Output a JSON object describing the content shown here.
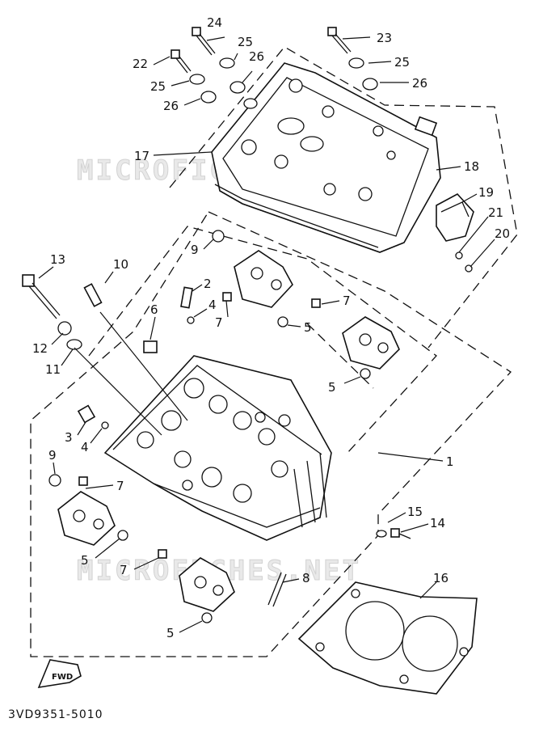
{
  "diagram": {
    "drawing_code": "3VD9351-5010",
    "fwd_label": "FWD",
    "watermarks": [
      "MICROFICHES.NET",
      "MICROFICHES.NET"
    ],
    "callouts": [
      {
        "id": "c24",
        "label": "24"
      },
      {
        "id": "c23",
        "label": "23"
      },
      {
        "id": "c25a",
        "label": "25"
      },
      {
        "id": "c26a",
        "label": "26"
      },
      {
        "id": "c22",
        "label": "22"
      },
      {
        "id": "c25b",
        "label": "25"
      },
      {
        "id": "c26b",
        "label": "26"
      },
      {
        "id": "c25c",
        "label": "25"
      },
      {
        "id": "c26c",
        "label": "26"
      },
      {
        "id": "c17",
        "label": "17"
      },
      {
        "id": "c18",
        "label": "18"
      },
      {
        "id": "c19",
        "label": "19"
      },
      {
        "id": "c21",
        "label": "21"
      },
      {
        "id": "c20",
        "label": "20"
      },
      {
        "id": "c9a",
        "label": "9"
      },
      {
        "id": "c13",
        "label": "13"
      },
      {
        "id": "c10",
        "label": "10"
      },
      {
        "id": "c2",
        "label": "2"
      },
      {
        "id": "c4a",
        "label": "4"
      },
      {
        "id": "c7a",
        "label": "7"
      },
      {
        "id": "c7b",
        "label": "7"
      },
      {
        "id": "c6",
        "label": "6"
      },
      {
        "id": "c5a",
        "label": "5"
      },
      {
        "id": "c12",
        "label": "12"
      },
      {
        "id": "c11",
        "label": "11"
      },
      {
        "id": "c5b",
        "label": "5"
      },
      {
        "id": "c3",
        "label": "3"
      },
      {
        "id": "c4b",
        "label": "4"
      },
      {
        "id": "c9b",
        "label": "9"
      },
      {
        "id": "c7c",
        "label": "7"
      },
      {
        "id": "c1",
        "label": "1"
      },
      {
        "id": "c5c",
        "label": "5"
      },
      {
        "id": "c15",
        "label": "15"
      },
      {
        "id": "c14",
        "label": "14"
      },
      {
        "id": "c7d",
        "label": "7"
      },
      {
        "id": "c8",
        "label": "8"
      },
      {
        "id": "c16",
        "label": "16"
      },
      {
        "id": "c5d",
        "label": "5"
      }
    ]
  }
}
